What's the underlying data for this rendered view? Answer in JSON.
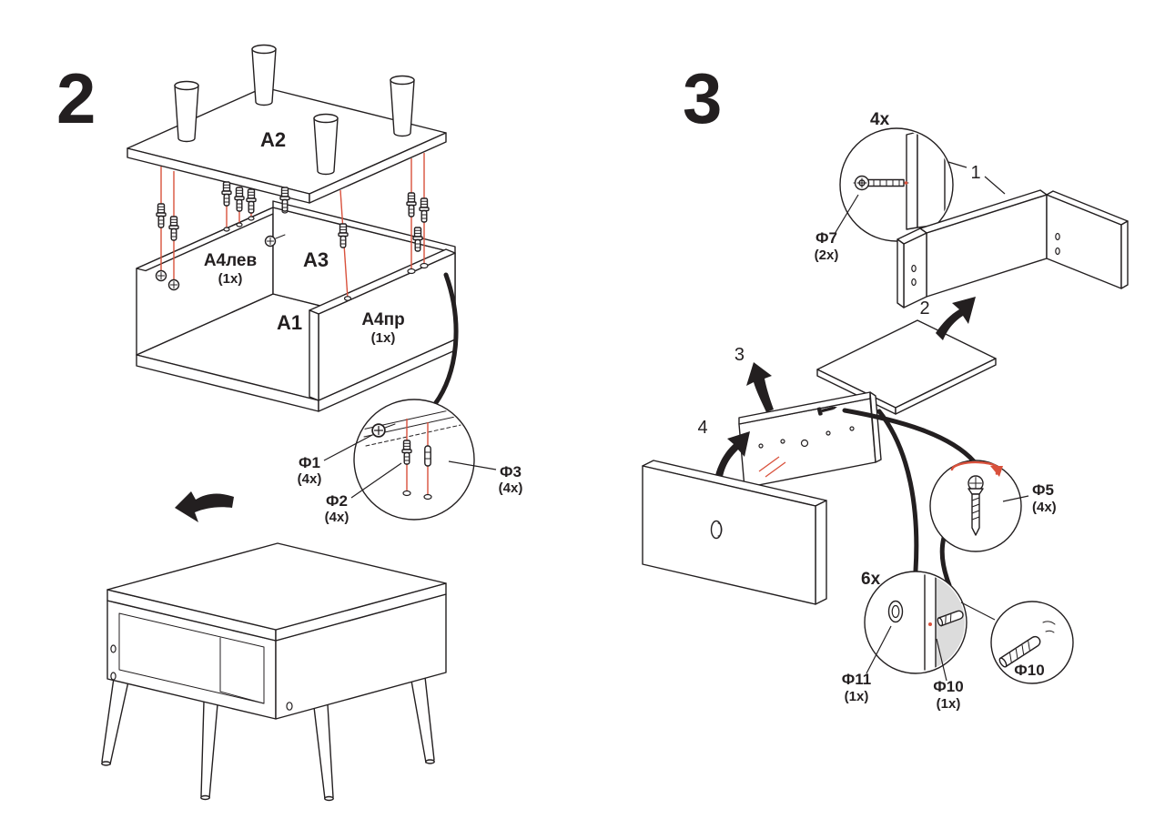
{
  "colors": {
    "ink": "#231f20",
    "accent": "#d9513c",
    "shade": "#dcdcdc"
  },
  "step2": {
    "number": "2",
    "parts": {
      "a2": "A2",
      "a4lev": "A4лев",
      "a4lev_qty": "(1x)",
      "a3": "A3",
      "a1": "A1",
      "a4pr": "A4пр",
      "a4pr_qty": "(1x)"
    },
    "fasteners": {
      "f1": "Ф1",
      "f1_qty": "(4x)",
      "f2": "Ф2",
      "f2_qty": "(4x)",
      "f3": "Ф3",
      "f3_qty": "(4x)"
    }
  },
  "step3": {
    "number": "3",
    "callouts": {
      "corner_qty": "4x",
      "cam_qty": "6x"
    },
    "parts": {
      "p1": "1",
      "p2": "2",
      "p3": "3",
      "p4": "4"
    },
    "fasteners": {
      "f7": "Ф7",
      "f7_qty": "(2x)",
      "f5": "Ф5",
      "f5_qty": "(4x)",
      "f11": "Ф11",
      "f11_qty": "(1x)",
      "f10": "Ф10",
      "f10_qty": "(1x)",
      "f10_inset": "Ф10"
    }
  }
}
